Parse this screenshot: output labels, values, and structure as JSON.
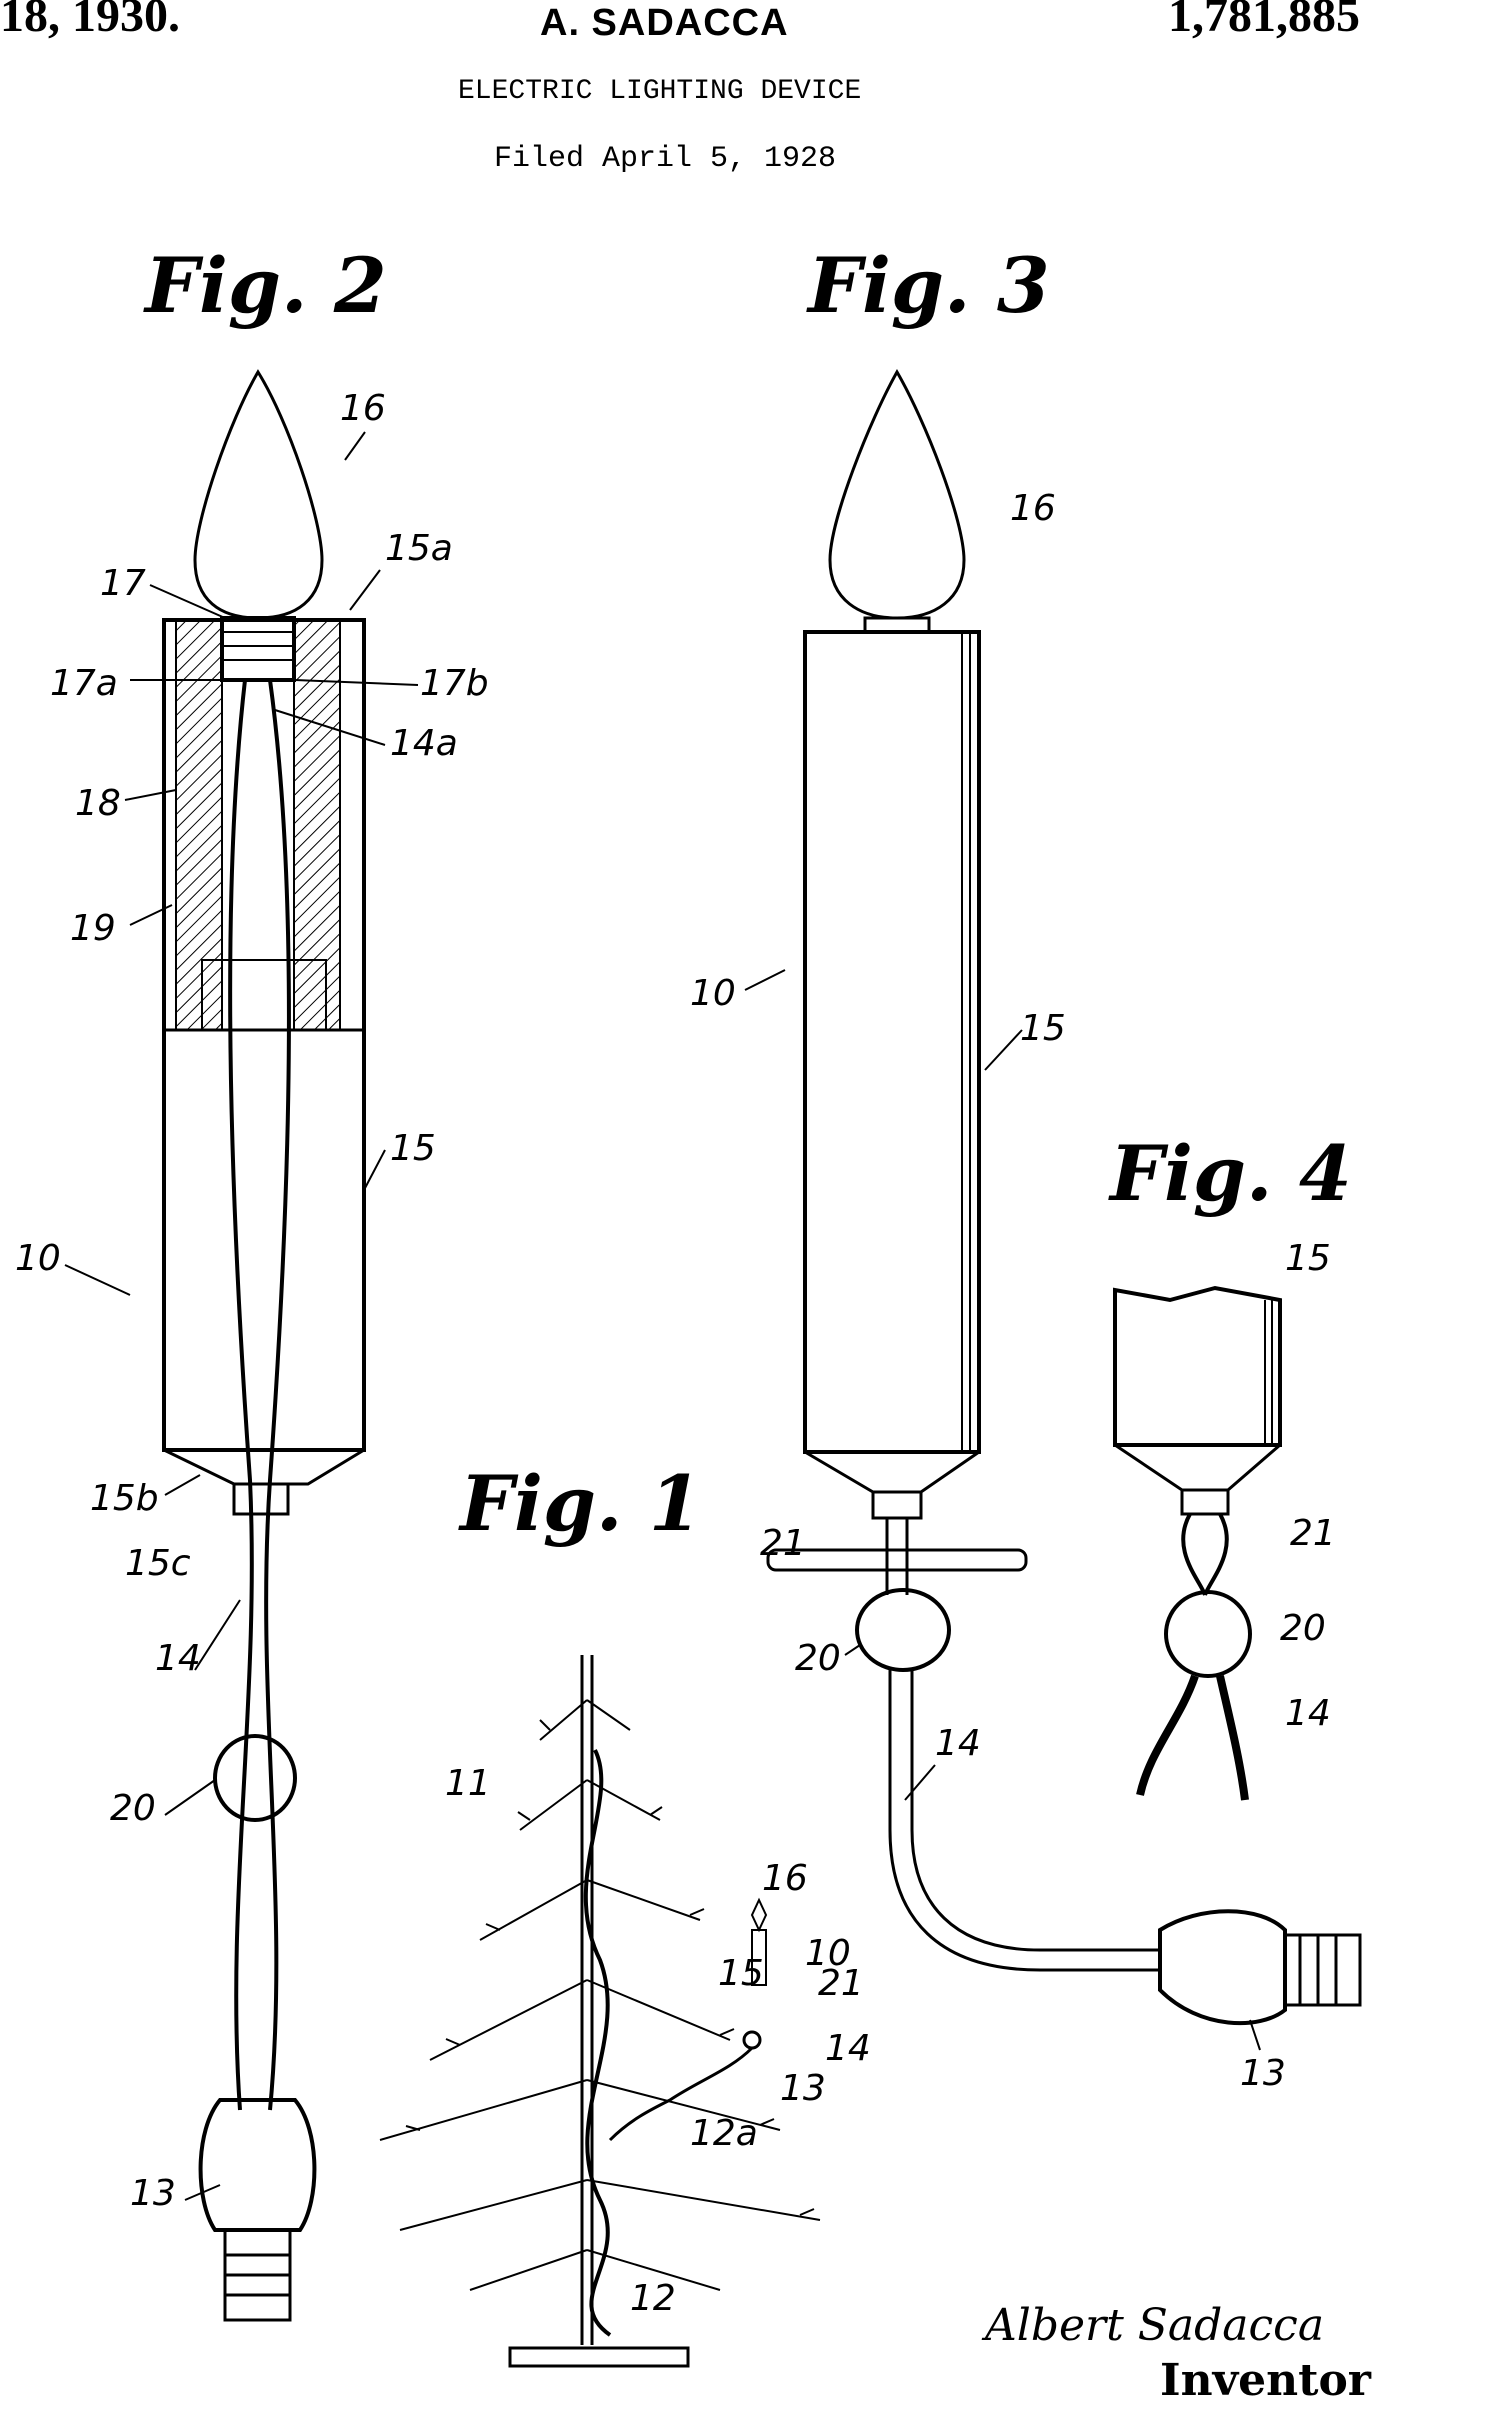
{
  "header": {
    "date_fragment": "18, 1930.",
    "inventor": "A. SADACCA",
    "patent_number": "1,781,885",
    "title": "ELECTRIC LIGHTING DEVICE",
    "filed": "Filed April 5, 1928"
  },
  "figures": {
    "fig2": {
      "label": "Fig. 2",
      "refs": [
        "16",
        "15a",
        "17",
        "17a",
        "17b",
        "14a",
        "18",
        "19",
        "15",
        "10",
        "15b",
        "15c",
        "14",
        "20",
        "13"
      ]
    },
    "fig3": {
      "label": "Fig. 3",
      "refs": [
        "16",
        "10",
        "15",
        "21",
        "20",
        "14",
        "13"
      ]
    },
    "fig4": {
      "label": "Fig. 4",
      "refs": [
        "15",
        "21",
        "20",
        "14"
      ]
    },
    "fig1": {
      "label": "Fig. 1",
      "refs": [
        "11",
        "16",
        "15",
        "10",
        "21",
        "14",
        "13",
        "12a",
        "12"
      ]
    }
  },
  "signature": {
    "name": "Albert Sadacca",
    "role": "Inventor"
  }
}
